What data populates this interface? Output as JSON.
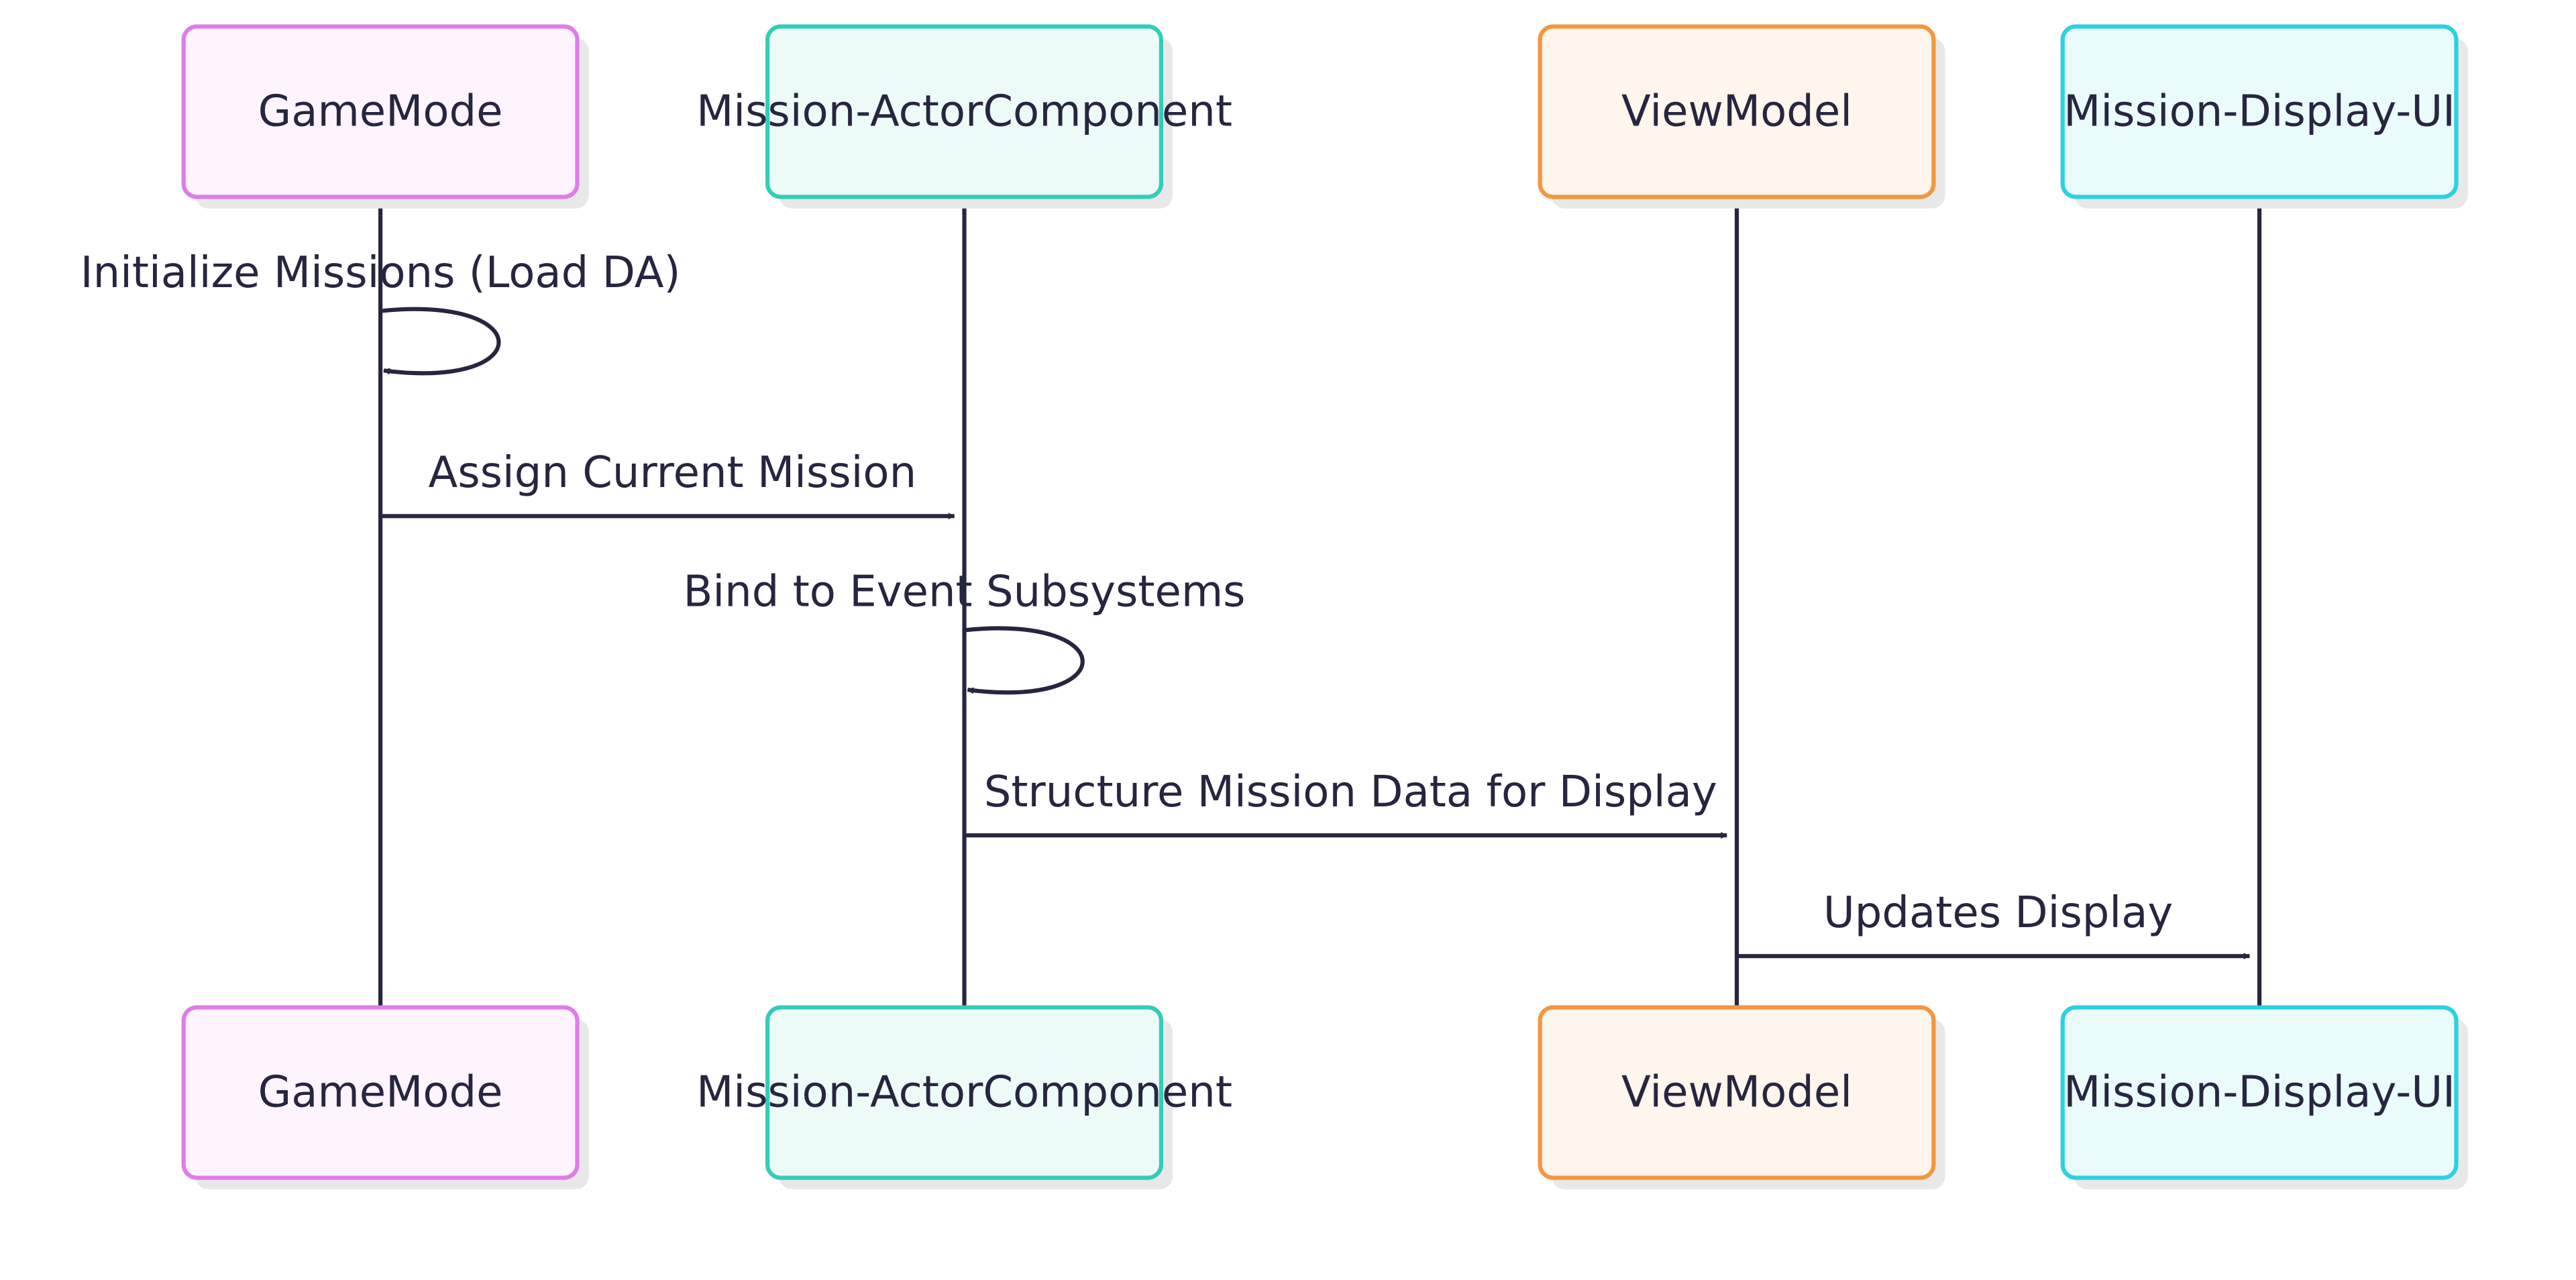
{
  "colors": {
    "line": "#272640",
    "text": "#272640",
    "shadow": "#e8e8e8"
  },
  "actors": [
    {
      "id": "gamemode",
      "label": "GameMode",
      "stroke": "#e07be9",
      "fill": "#fef4fe"
    },
    {
      "id": "mission-actor-component",
      "label": "Mission-ActorComponent",
      "stroke": "#32cdb8",
      "fill": "#edfbf8"
    },
    {
      "id": "viewmodel",
      "label": "ViewModel",
      "stroke": "#f4963d",
      "fill": "#fef5ec"
    },
    {
      "id": "mission-display-ui",
      "label": "Mission-Display-UI",
      "stroke": "#2bd1e3",
      "fill": "#eafbfc"
    }
  ],
  "messages": [
    {
      "from": 0,
      "to": 0,
      "label": "Initialize Missions (Load DA)"
    },
    {
      "from": 0,
      "to": 1,
      "label": "Assign Current Mission"
    },
    {
      "from": 1,
      "to": 1,
      "label": "Bind to Event Subsystems"
    },
    {
      "from": 1,
      "to": 2,
      "label": "Structure Mission Data for Display"
    },
    {
      "from": 2,
      "to": 3,
      "label": "Updates Display"
    }
  ]
}
